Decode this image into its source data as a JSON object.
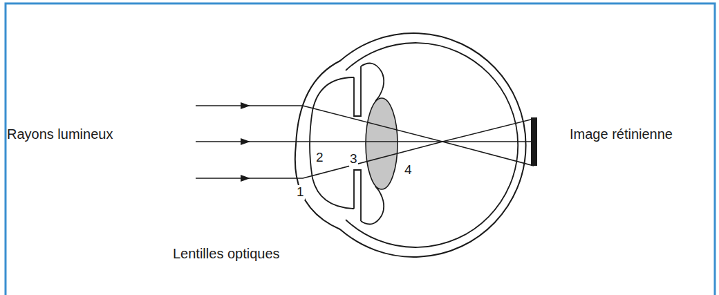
{
  "diagram": {
    "labels": [
      "Rayons lumineux",
      "Image rétinienne",
      "Lentilles optiques",
      "1",
      "2",
      "3",
      "4"
    ]
  }
}
